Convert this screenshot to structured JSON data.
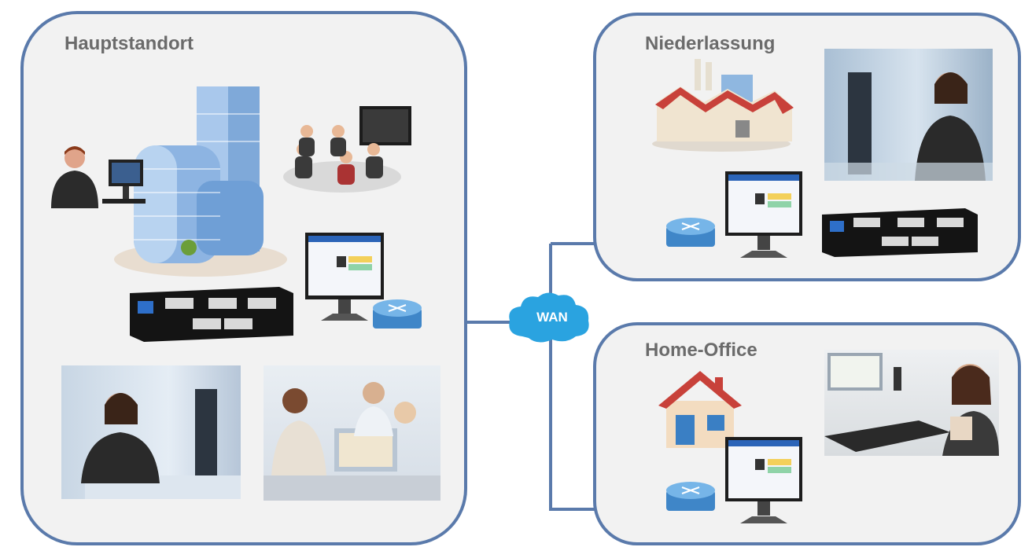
{
  "sites": {
    "main": {
      "title": "Hauptstandort"
    },
    "branch": {
      "title": "Niederlassung"
    },
    "home": {
      "title": "Home-Office"
    }
  },
  "network": {
    "wan_label": "WAN"
  },
  "colors": {
    "frame": "#5a7aab",
    "panel": "#f2f2f2",
    "cloud": "#2aa3e0",
    "router": "#4f9ad6"
  }
}
